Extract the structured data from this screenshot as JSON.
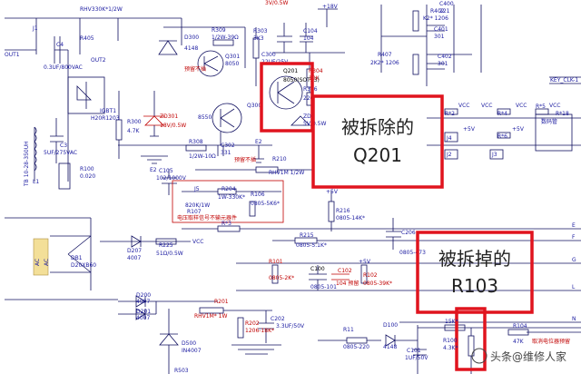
{
  "labels": {
    "ref_rhv": "RHV330K*1/2W",
    "ref_r405": "R405",
    "ref_j1": "J1",
    "ref_c4": "C4",
    "ref_out1": "OUT1",
    "ref_c4_val": "0.3UF/800VAC",
    "ref_out2": "OUT2",
    "ref_igbt": "IGBT1",
    "ref_igbt_part": "H20R1203",
    "ref_c3": "C3",
    "ref_c3_val": "5UF/275VAC",
    "ref_tb": "TB 10-28-350UH",
    "ref_l1": "L1",
    "ref_r100": "R100",
    "ref_r100_val": "0.020",
    "ref_ac1": "AC",
    "ref_ac2": "AC",
    "ref_db1": "DB1",
    "ref_db1_part": "D20XB60",
    "ref_d300": "D300",
    "ref_d300_val": "4148",
    "ref_r309": "R309",
    "ref_r309_val": "1/2W-39Ω",
    "ref_q301": "Q301",
    "ref_q301_val": "8050",
    "ref_r303": "R303",
    "ref_r303_val": "3K3",
    "ref_r300": "R300",
    "ref_r300_val": "4.7K",
    "ref_zd301": "ZD301",
    "ref_zd301_val": "18V/0.5W",
    "ref_q300": "Q300",
    "ref_q300_8550": "8550",
    "ref_r308": "R308",
    "ref_r308_val": "1/2W-10Ω",
    "ref_c302": "C302",
    "ref_c302_val": "331",
    "ref_note_reserve1": "预留不插",
    "ref_note_reserve2": "预留不插",
    "ref_e2a": "E2",
    "ref_e2b": "E2",
    "ref_3v": "3V/0.5W",
    "ref_18v": "+18V",
    "ref_c300": "C300",
    "ref_c300_val": "22UF/25V",
    "ref_c104": "C104",
    "ref_c104_val": "104",
    "ref_q201": "Q201",
    "ref_q201_val": "8050(SOT23)",
    "ref_r304": "R304",
    "ref_r304_val": "10K",
    "ref_r306": "R306",
    "ref_r306_val": "220",
    "ref_zd": "ZD",
    "ref_zd_val": "5V/0.5W",
    "ref_r210": "R210",
    "ref_r210_val": "RHV1M 1/2W",
    "ref_c105": "C105",
    "ref_c105_val": "102/1000V",
    "ref_j5": "J5",
    "ref_r204": "R204",
    "ref_r204_val": "1W-330K*",
    "ref_r106": "R106",
    "ref_r106_val": "0805-5K6*",
    "ref_820k": "820K/1W",
    "ref_r107": "R107",
    "ref_note_sense": "电压取样信号不输元器件",
    "ref_5v_a": "+5V",
    "ref_r216": "R216",
    "ref_r216_val": "0805-14K*",
    "ref_d207": "D207",
    "ref_d207_val": "4007",
    "ref_r225": "R225",
    "ref_r225_val": "51Ω/0.5W",
    "ref_vcc_a": "VCC",
    "ref_r3": "R*3",
    "ref_r215": "R215",
    "ref_r215_val": "0805-5.1K*",
    "ref_c206": "C206",
    "ref_c206_val": "0805-473",
    "ref_r101": "R101",
    "ref_r101_val": "0805-2K*",
    "ref_c100": "C100",
    "ref_c100_val": "0805-101",
    "ref_c102": "C102",
    "ref_c102_val": "104 预留",
    "ref_r102": "R102",
    "ref_r102_val": "0805-39K*",
    "ref_5v_b": "+5V",
    "ref_d200": "D200",
    "ref_d200_val": "4007",
    "ref_d201": "D201",
    "ref_d201_val": "4007",
    "ref_r201": "R201",
    "ref_r201_val": "RHV1M* 1W",
    "ref_r202": "R202",
    "ref_r202_val": "1206-18K*",
    "ref_c202": "C202",
    "ref_c202_val": "3.3UF/50V",
    "ref_d500": "D500",
    "ref_d500_val": "IN4007",
    "ref_r503": "R503",
    "ref_r11": "R11",
    "ref_r11_val": "0805-220",
    "ref_d100": "D100",
    "ref_d100_val": "4148",
    "ref_c101": "C101",
    "ref_c101_val": "1UF/50V",
    "ref_r100b": "R100",
    "ref_r100b_val": "4.3K*",
    "ref_15k": "15K*",
    "ref_r104": "R104",
    "ref_r104_val": "47K",
    "ref_note_cut": "取消电位器预留",
    "ref_r402": "R402",
    "ref_r402_val": "K2* 1206",
    "ref_c401": "C401",
    "ref_c401_val": "301",
    "ref_c400": "C400",
    "ref_c400_val": "221",
    "ref_r407": "R407",
    "ref_r407_val": "2K2* 1206",
    "ref_c402": "C402",
    "ref_c402_val": "301",
    "ref_key": "KEY_CLK-1",
    "ref_r2": "R*2",
    "ref_r4": "R*4",
    "ref_r5": "R*5",
    "ref_r18": "R*18",
    "ref_r6": "R*6",
    "ref_j4": "J4",
    "ref_j2": "J2",
    "ref_j3": "J3",
    "ref_vcc1": "VCC",
    "ref_vcc2": "VCC",
    "ref_vcc3": "VCC",
    "ref_vcc4": "VCC",
    "ref_5v_c": "+5V",
    "ref_5v_d": "+5V",
    "ref_gnd_txt": "数码管",
    "ref_e": "E",
    "ref_f": "F",
    "ref_g": "G",
    "ref_l": "L",
    "ref_n": "N"
  },
  "annotations": {
    "q201_line1": "被拆除的",
    "q201_line2": "Q201",
    "r103_line1": "被拆掉的",
    "r103_line2": "R103"
  },
  "watermark": "头条@维修人家",
  "colors": {
    "annotation_box": "#e0141e",
    "wire": "#101060",
    "component_label": "#1a1aa0",
    "note_red": "#c00000"
  }
}
